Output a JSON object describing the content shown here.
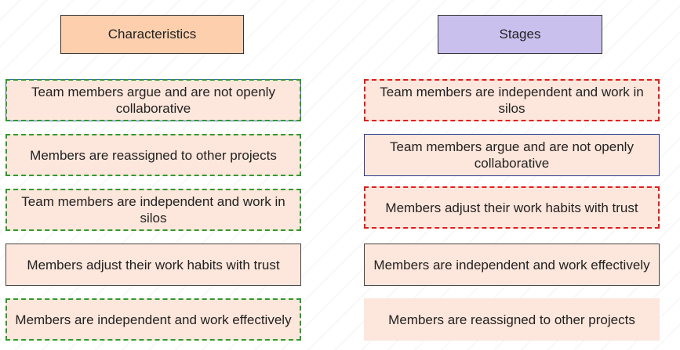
{
  "characteristics": {
    "header": "Characteristics",
    "header_color": "#fdcfad",
    "items": [
      "Team members argue and are not openly collaborative",
      "Members are reassigned to other projects",
      "Team members are independent and work in silos",
      "Members adjust their work habits with trust",
      "Members are independent and work effectively"
    ]
  },
  "stages": {
    "header": "Stages",
    "header_color": "#c9c0ee",
    "items": [
      "Team members are independent and work in silos",
      "Team members argue and are not openly collaborative",
      "Members adjust their work habits with trust",
      "Members are independent and work effectively",
      "Members are reassigned to other projects"
    ]
  },
  "item_fill": "#fde6db"
}
